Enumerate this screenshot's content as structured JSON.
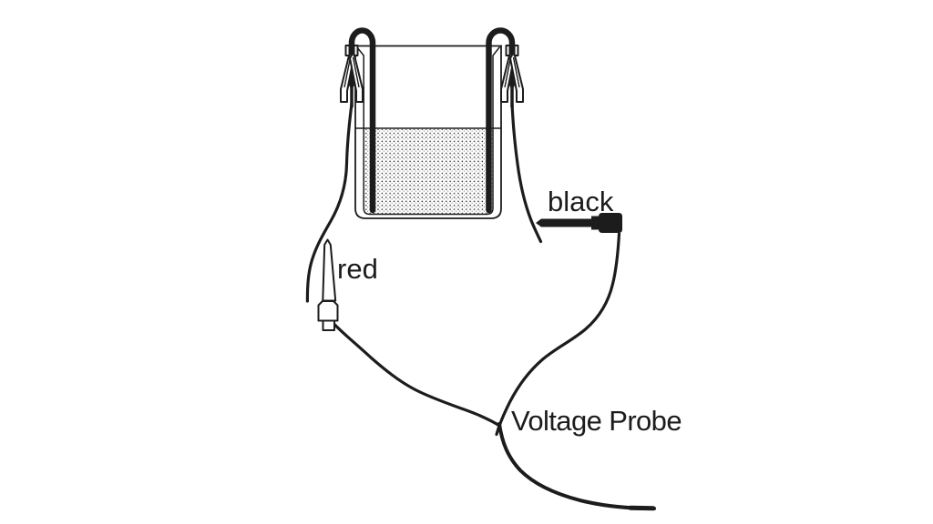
{
  "colors": {
    "ink": "#1c1c1c",
    "paper": "#ffffff"
  },
  "diagram": {
    "labels": {
      "black_lead": "black",
      "red_lead": "red",
      "probe": "Voltage Probe"
    }
  }
}
